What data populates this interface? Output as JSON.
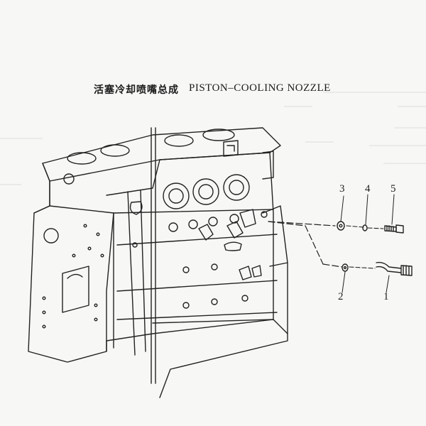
{
  "title": {
    "chinese": "活塞冷却喷嘴总成",
    "english": "PISTON–COOLING NOZZLE"
  },
  "callouts": [
    "1",
    "2",
    "3",
    "4",
    "5"
  ],
  "icons": {
    "engine": "engine-block-drawing",
    "nozzle": "nozzle-pipe-drawing",
    "washer": "washer-drawing",
    "bolt": "bolt-drawing"
  },
  "colors": {
    "paper": "#f7f7f5",
    "ink": "#1e1e1e",
    "faint": "#c9c9c9"
  }
}
